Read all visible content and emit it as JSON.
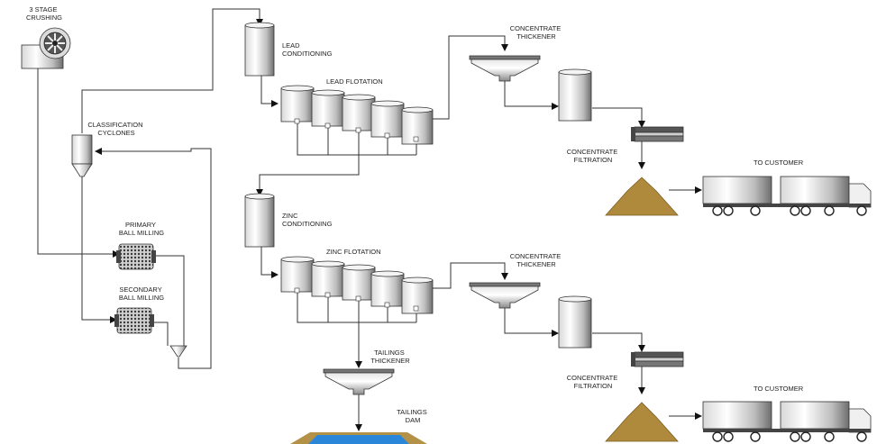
{
  "labels": {
    "crushing": [
      "3 STAGE",
      "CRUSHING"
    ],
    "cyclones": [
      "CLASSIFICATION",
      "CYCLONES"
    ],
    "primary_mill": [
      "PRIMARY",
      "BALL MILLING"
    ],
    "secondary_mill": [
      "SECONDARY",
      "BALL MILLING"
    ],
    "lead_conditioning": [
      "LEAD",
      "CONDITIONING"
    ],
    "lead_flotation": [
      "LEAD FLOTATION"
    ],
    "zinc_conditioning": [
      "ZINC",
      "CONDITIONING"
    ],
    "zinc_flotation": [
      "ZINC FLOTATION"
    ],
    "lead_thickener": [
      "CONCENTRATE",
      "THICKENER"
    ],
    "zinc_thickener": [
      "CONCENTRATE",
      "THICKENER"
    ],
    "lead_filtration": [
      "CONCENTRATE",
      "FILTRATION"
    ],
    "zinc_filtration": [
      "CONCENTRATE",
      "FILTRATION"
    ],
    "tailings_thickener": [
      "TAILINGS",
      "THICKENER"
    ],
    "tailings_dam": [
      "TAILINGS",
      "DAM"
    ],
    "customer_lead": [
      "TO CUSTOMER"
    ],
    "customer_zinc": [
      "TO CUSTOMER"
    ]
  },
  "colors": {
    "line": "#333333",
    "metal_light": "#f2f2f2",
    "metal_dark": "#6e6e6e",
    "stockpile": "#b08a3c",
    "water": "#2a86d9",
    "bank": "#b39248"
  }
}
